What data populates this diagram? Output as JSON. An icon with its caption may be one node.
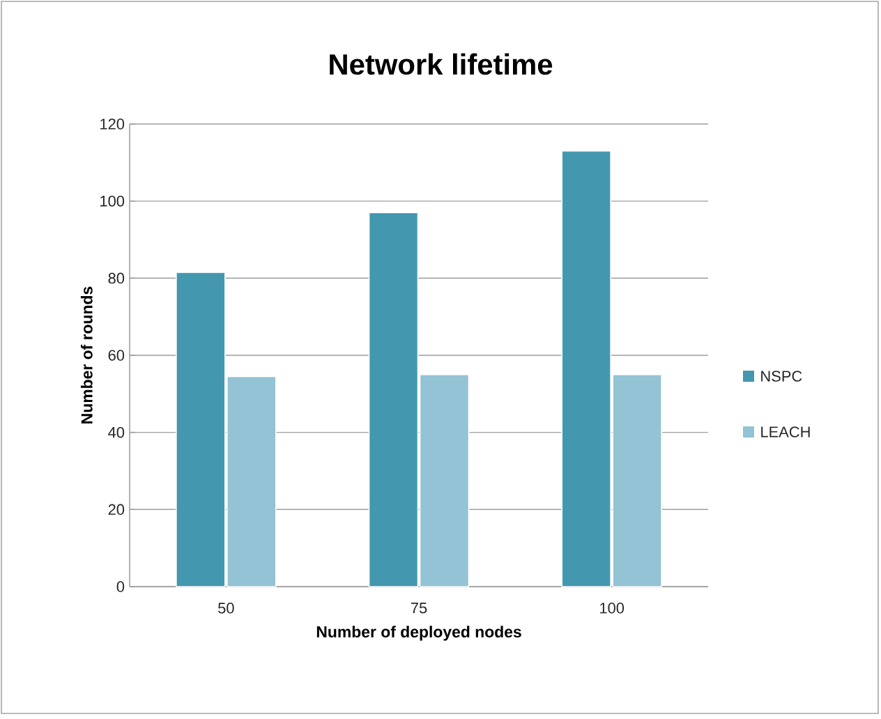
{
  "diagram": {
    "chart_data": {
      "type": "bar",
      "title": "Network lifetime",
      "xlabel": "Number of deployed nodes",
      "ylabel": "Number of rounds",
      "categories": [
        "50",
        "75",
        "100"
      ],
      "series": [
        {
          "name": "NSPC",
          "color": "#4398b0",
          "values": [
            81.5,
            97,
            113
          ]
        },
        {
          "name": "LEACH",
          "color": "#93c3d4",
          "values": [
            54.5,
            55,
            55
          ]
        }
      ],
      "grid": "y",
      "legend": "right",
      "ylim": [
        0,
        120
      ],
      "yticks": [
        0,
        20,
        40,
        60,
        80,
        100,
        120
      ]
    }
  }
}
